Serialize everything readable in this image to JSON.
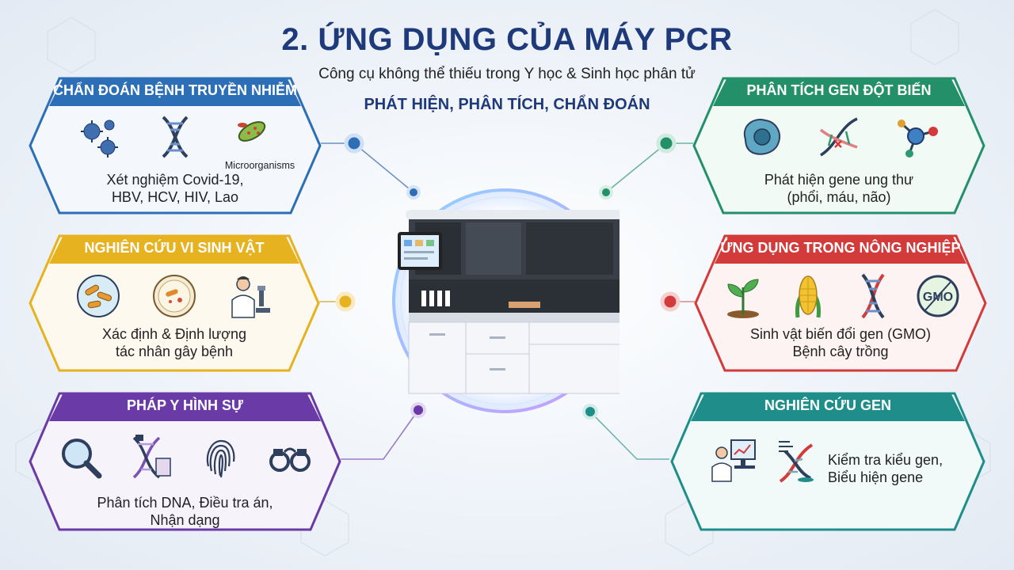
{
  "header": {
    "title": "2. ỨNG DỤNG CỦA MÁY PCR",
    "subtitle": "Công cụ không thể thiếu trong Y học & Sinh học phân tử",
    "tagline": "PHÁT HIỆN, PHÂN TÍCH, CHẨN ĐOÁN"
  },
  "cards": {
    "infectious": {
      "title": "CHẨN ĐOÁN BỆNH TRUYỀN NHIỄM",
      "color": "#2c6fb7",
      "icons": [
        "virus-icon",
        "dna-icon",
        "bacteria-icon"
      ],
      "icon_caption": "Microorganisms",
      "lines": [
        "Xét nghiệm Covid-19,",
        "HBV, HCV, HIV, Lao"
      ]
    },
    "microbio": {
      "title": "NGHIÊN CỨU VI SINH VẬT",
      "color": "#e7b21f",
      "icons": [
        "bacteria-dish-icon",
        "petri-dish-icon",
        "scientist-microscope-icon"
      ],
      "lines": [
        "Xác định & Định lượng",
        "tác nhân gây bệnh"
      ]
    },
    "forensic": {
      "title": "PHÁP Y HÌNH SỰ",
      "color": "#6a3aa6",
      "icons": [
        "magnifier-icon",
        "dna-evidence-icon",
        "fingerprint-icon",
        "handcuffs-icon"
      ],
      "lines": [
        "Phân tích DNA, Điều tra án,",
        "Nhận dạng"
      ]
    },
    "mutation": {
      "title": "PHÂN TÍCH GEN ĐỘT BIẾN",
      "color": "#23906a",
      "icons": [
        "cell-icon",
        "mutated-dna-icon",
        "molecule-icon"
      ],
      "lines": [
        "Phát hiện gene ung thư",
        "(phổi, máu, não)"
      ]
    },
    "agriculture": {
      "title": "ỨNG DỤNG TRONG NÔNG NGHIỆP",
      "color": "#d33a3a",
      "icons": [
        "plant-icon",
        "corn-icon",
        "dna-icon",
        "gmo-icon"
      ],
      "gmo_label": "GMO",
      "lines": [
        "Sinh vật biến đổi gen (GMO)",
        "Bệnh cây trồng"
      ]
    },
    "genetics": {
      "title": "NGHIÊN CỨU GEN",
      "color": "#1f8e8a",
      "icons": [
        "researcher-computer-icon",
        "dna-report-icon"
      ],
      "lines": [
        "Kiểm tra kiểu gen,",
        "Biểu hiện gene"
      ]
    }
  },
  "center": {
    "image": "pcr-machine"
  }
}
